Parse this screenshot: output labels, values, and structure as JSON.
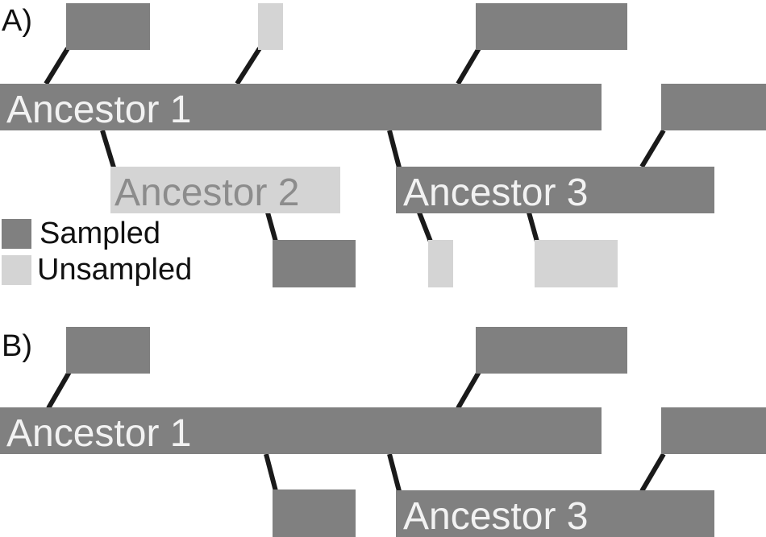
{
  "colors": {
    "sampled": "#808080",
    "unsampled": "#d4d4d4",
    "sampled_text": "#f2f2f2",
    "unsampled_text": "#8c8c8c",
    "line": "#1a1a1a"
  },
  "panel_a": {
    "label": "A)",
    "ancestor_1": "Ancestor 1",
    "ancestor_2": "Ancestor 2",
    "ancestor_3": "Ancestor 3"
  },
  "panel_b": {
    "label": "B)",
    "ancestor_1": "Ancestor 1",
    "ancestor_3": "Ancestor 3"
  },
  "legend": {
    "sampled": "Sampled",
    "unsampled": "Unsampled"
  }
}
